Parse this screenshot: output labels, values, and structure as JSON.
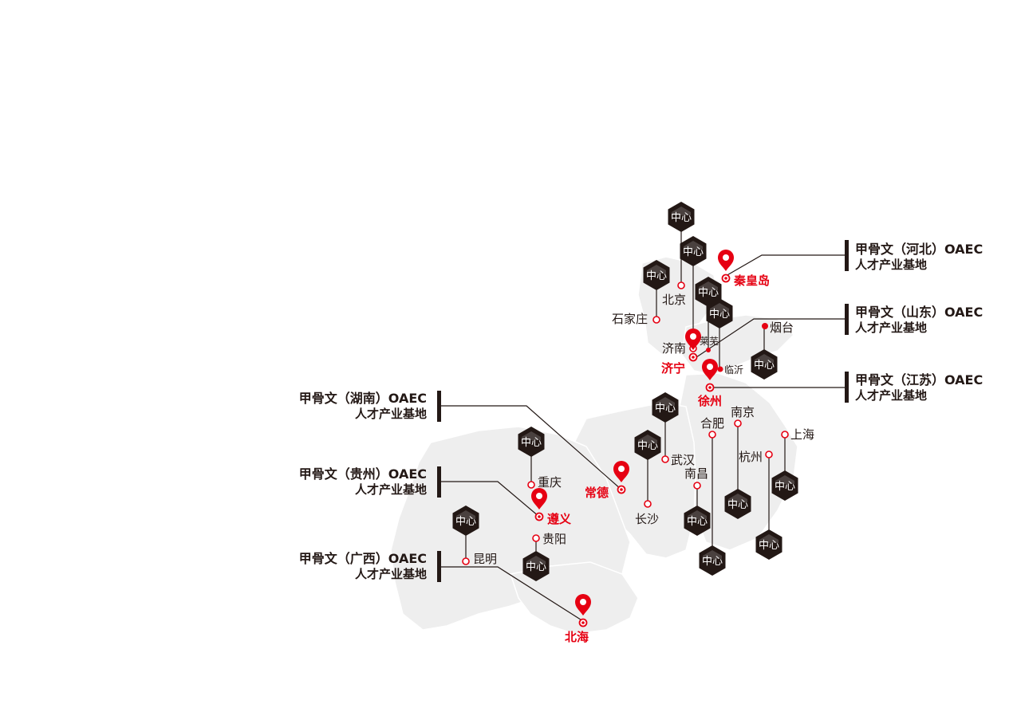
{
  "hub_label": "中心",
  "colors": {
    "accent": "#e60012",
    "dark": "#231815",
    "map_fill": "#eeeeee",
    "background": "#ffffff"
  },
  "icons": {
    "hub": "hexagon-hub-icon",
    "base": "location-pin-icon",
    "city": "ring-dot-icon"
  },
  "cities": {
    "beijing": "北京",
    "shijiazhuang": "石家庄",
    "jinan": "济南",
    "laiwu": "莱芜",
    "linyi": "临沂",
    "yantai": "烟台",
    "nanjing": "南京",
    "hefei": "合肥",
    "shanghai": "上海",
    "hangzhou": "杭州",
    "wuhan": "武汉",
    "nanchang": "南昌",
    "changsha": "长沙",
    "chongqing": "重庆",
    "guiyang": "贵阳",
    "kunming": "昆明"
  },
  "bases": {
    "qinhuangdao": "秦皇岛",
    "jining": "济宁",
    "xuzhou": "徐州",
    "changde": "常德",
    "zunyi": "遵义",
    "beihai": "北海"
  },
  "legends": {
    "hebei": {
      "line1": "甲骨文（河北）OAEC",
      "line2": "人才产业基地"
    },
    "shandong": {
      "line1": "甲骨文（山东）OAEC",
      "line2": "人才产业基地"
    },
    "jiangsu": {
      "line1": "甲骨文（江苏）OAEC",
      "line2": "人才产业基地"
    },
    "hunan": {
      "line1": "甲骨文（湖南）OAEC",
      "line2": "人才产业基地"
    },
    "guizhou": {
      "line1": "甲骨文（贵州）OAEC",
      "line2": "人才产业基地"
    },
    "guangxi": {
      "line1": "甲骨文（广西）OAEC",
      "line2": "人才产业基地"
    }
  }
}
